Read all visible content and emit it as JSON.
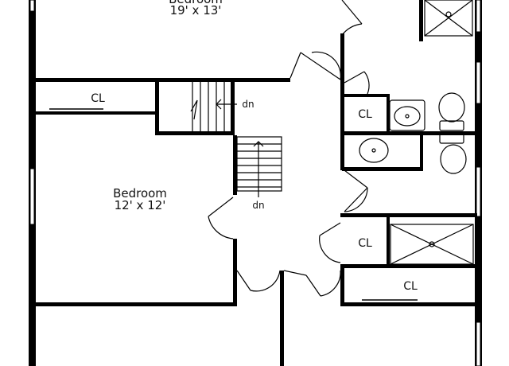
{
  "rooms": {
    "bedroom_top": {
      "name": "Bedroom",
      "size": "19' x 13'"
    },
    "bedroom_left": {
      "name": "Bedroom",
      "size": "12' x 12'"
    }
  },
  "closets": {
    "cl_left": "CL",
    "cl_hall": "CL",
    "cl_mid_right": "CL",
    "cl_bottom_right": "CL"
  },
  "stairs": {
    "upper_label": "dn",
    "lower_label": "dn"
  },
  "colors": {
    "wall": "#000000",
    "line": "#111111",
    "background": "#ffffff"
  }
}
